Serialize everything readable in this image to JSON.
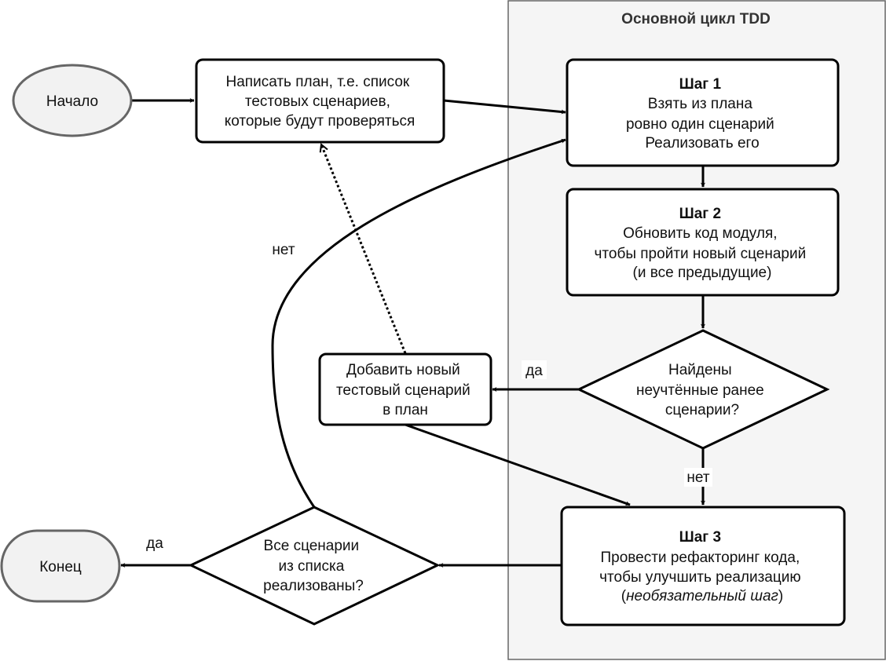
{
  "group": {
    "title": "Основной цикл TDD"
  },
  "nodes": {
    "start": {
      "label": "Начало"
    },
    "plan": {
      "lines": [
        "Написать план, т.е. список",
        "тестовых сценариев,",
        "которые будут проверяться"
      ]
    },
    "step1": {
      "title": "Шаг 1",
      "lines": [
        "Взять из плана",
        "ровно один сценарий",
        "Реализовать его"
      ]
    },
    "step2": {
      "title": "Шаг 2",
      "lines": [
        "Обновить код модуля,",
        "чтобы пройти новый сценарий",
        "(и все предыдущие)"
      ]
    },
    "found": {
      "lines": [
        "Найдены",
        "неучтённые ранее",
        "сценарии?"
      ]
    },
    "add": {
      "lines": [
        "Добавить новый",
        "тестовый сценарий",
        "в план"
      ]
    },
    "step3": {
      "title": "Шаг 3",
      "lines": [
        "Провести рефакторинг кода,",
        "чтобы улучшить реализацию"
      ],
      "note_open": "(",
      "note": "необязательный шаг",
      "note_close": ")"
    },
    "all_done": {
      "lines": [
        "Все сценарии",
        "из списка",
        "реализованы?"
      ]
    },
    "end": {
      "label": "Конец"
    }
  },
  "edges": {
    "found_yes": "да",
    "found_no": "нет",
    "all_yes": "да",
    "all_no": "нет"
  }
}
